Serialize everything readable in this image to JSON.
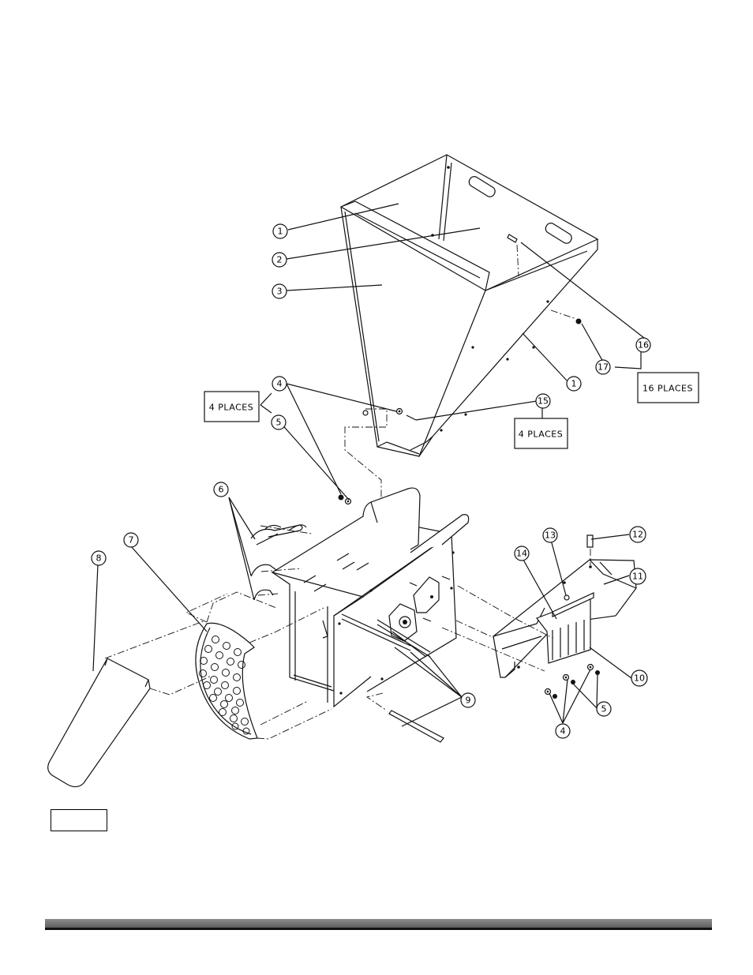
{
  "callouts": [
    "1",
    "2",
    "3",
    "1",
    "4",
    "5",
    "4",
    "5",
    "6",
    "7",
    "8",
    "9",
    "10",
    "11",
    "12",
    "13",
    "14",
    "15",
    "16",
    "17"
  ],
  "boxes": {
    "places_4_left": "4 PLACES",
    "places_4_right": "4 PLACES",
    "places_16": "16 PLACES"
  },
  "figure_label": ""
}
